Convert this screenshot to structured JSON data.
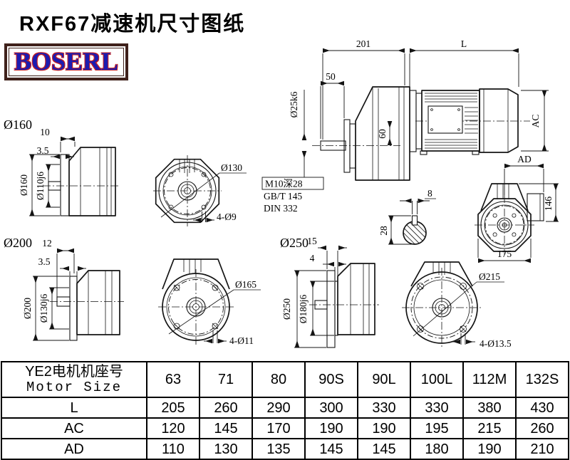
{
  "title": "RXF67减速机尺寸图纸",
  "logo_text": "BOSERL",
  "side_view": {
    "dim_201": "201",
    "dim_L": "L",
    "dim_50": "50",
    "shaft_dia": "Ø25k6",
    "dim_60": "60",
    "dim_AC": "AC"
  },
  "front_view_right": {
    "dim_AD": "AD",
    "dim_146": "146",
    "dim_175": "175"
  },
  "flange_160": {
    "heading": "Ø160",
    "dim_10": "10",
    "dim_3_5": "3.5",
    "dia_outer": "Ø160",
    "dia_spigot": "Ø110j6"
  },
  "front_130": {
    "bolt_circle": "Ø130",
    "holes": "4-Ø9"
  },
  "tapped_hole": {
    "line1": "M10深28",
    "line2": "GB/T 145",
    "line3": "DIN 332"
  },
  "key_section": {
    "key_width": "8",
    "key_height": "28"
  },
  "flange_200": {
    "heading": "Ø200",
    "dim_12": "12",
    "dim_3_5": "3.5",
    "dia_outer": "Ø200",
    "dia_spigot": "Ø130j6"
  },
  "front_165": {
    "bolt_circle": "Ø165",
    "holes": "4-Ø11"
  },
  "flange_250": {
    "heading": "Ø250",
    "dim_15": "15",
    "dim_4": "4",
    "dia_outer": "Ø250",
    "dia_spigot": "Ø180j6"
  },
  "front_215": {
    "bolt_circle": "Ø215",
    "holes": "4-Ø13.5"
  },
  "table": {
    "header_cn": "YE2电机机座号",
    "header_en": "Motor Size",
    "columns": [
      "63",
      "71",
      "80",
      "90S",
      "90L",
      "100L",
      "112M",
      "132S"
    ],
    "rows": [
      {
        "label": "L",
        "values": [
          "205",
          "260",
          "290",
          "300",
          "330",
          "330",
          "380",
          "430"
        ]
      },
      {
        "label": "AC",
        "values": [
          "120",
          "145",
          "170",
          "190",
          "190",
          "195",
          "215",
          "260"
        ]
      },
      {
        "label": "AD",
        "values": [
          "110",
          "130",
          "135",
          "145",
          "145",
          "180",
          "190",
          "210"
        ]
      }
    ]
  }
}
